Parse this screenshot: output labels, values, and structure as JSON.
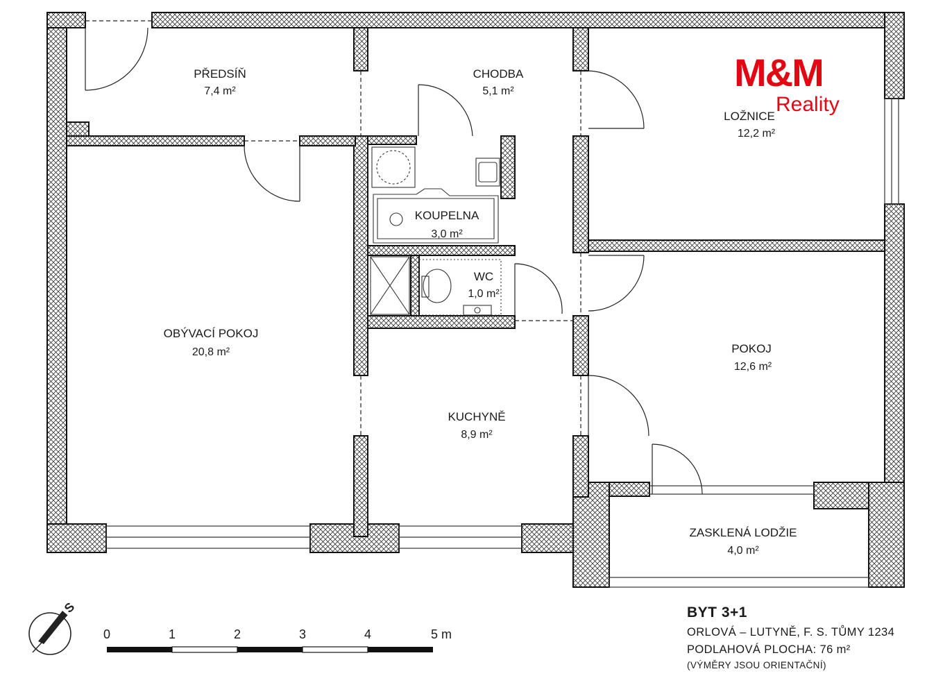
{
  "logo": {
    "brand": "M&M",
    "sub": "Reality",
    "color": "#e30613"
  },
  "rooms": {
    "predsin": {
      "name": "PŘEDSÍŇ",
      "area": "7,4 m²"
    },
    "chodba": {
      "name": "CHODBA",
      "area": "5,1 m²"
    },
    "loznice": {
      "name": "LOŽNICE",
      "area": "12,2 m²"
    },
    "koupelna": {
      "name": "KOUPELNA",
      "area": "3,0 m²"
    },
    "wc": {
      "name": "WC",
      "area": "1,0 m²"
    },
    "obyvaci": {
      "name": "OBÝVACÍ POKOJ",
      "area": "20,8 m²"
    },
    "pokoj": {
      "name": "POKOJ",
      "area": "12,6 m²"
    },
    "kuchyne": {
      "name": "KUCHYNĚ",
      "area": "8,9 m²"
    },
    "lodzie": {
      "name": "ZASKLENÁ LODŽIE",
      "area": "4,0 m²"
    }
  },
  "compass": {
    "label": "S"
  },
  "scale": {
    "ticks": [
      "0",
      "1",
      "2",
      "3",
      "4",
      "5 m"
    ]
  },
  "info": {
    "title": "BYT 3+1",
    "address": "ORLOVÁ – LUTYNĚ, F. S. TŮMY 1234",
    "area": "PODLAHOVÁ PLOCHA: 76 m²",
    "note": "(VÝMĚRY JSOU ORIENTAČNÍ)"
  }
}
